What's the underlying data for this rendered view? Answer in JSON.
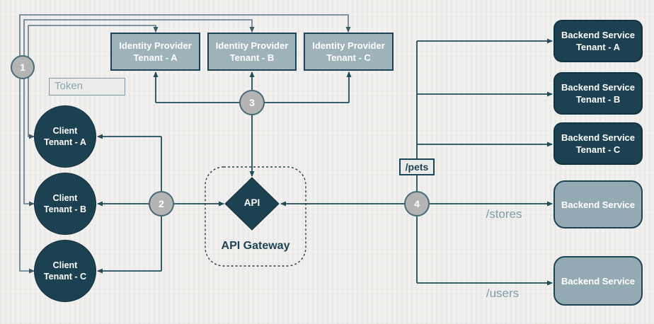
{
  "colors": {
    "background": "#f1f0ee",
    "node_dark_teal": "#1c4150",
    "idp_fill": "#9eb2b9",
    "service_fill": "#94aab3",
    "connector_dark": "#1f4b5b",
    "connector_gray": "#6d8794",
    "step_circle_fill": "#b4b4b4",
    "muted_route_text": "#7f9dab"
  },
  "diagram": {
    "identity_providers": [
      {
        "title": "Identity Provider",
        "subtitle": "Tenant - A"
      },
      {
        "title": "Identity Provider",
        "subtitle": "Tenant - B"
      },
      {
        "title": "Identity Provider",
        "subtitle": "Tenant - C"
      }
    ],
    "clients": [
      {
        "title": "Client",
        "subtitle": "Tenant - A"
      },
      {
        "title": "Client",
        "subtitle": "Tenant - B"
      },
      {
        "title": "Client",
        "subtitle": "Tenant - C"
      }
    ],
    "backend_tenants": [
      {
        "title": "Backend Service",
        "subtitle": "Tenant - A"
      },
      {
        "title": "Backend Service",
        "subtitle": "Tenant - B"
      },
      {
        "title": "Backend Service",
        "subtitle": "Tenant - C"
      }
    ],
    "backend_services": [
      {
        "title": "Backend Service",
        "route": "/stores"
      },
      {
        "title": "Backend Service",
        "route": "/users"
      }
    ],
    "gateway": {
      "node_label": "API",
      "caption": "API Gateway"
    },
    "steps": [
      "1",
      "2",
      "3",
      "4"
    ],
    "token_label": "Token",
    "pets_label": "/pets"
  }
}
